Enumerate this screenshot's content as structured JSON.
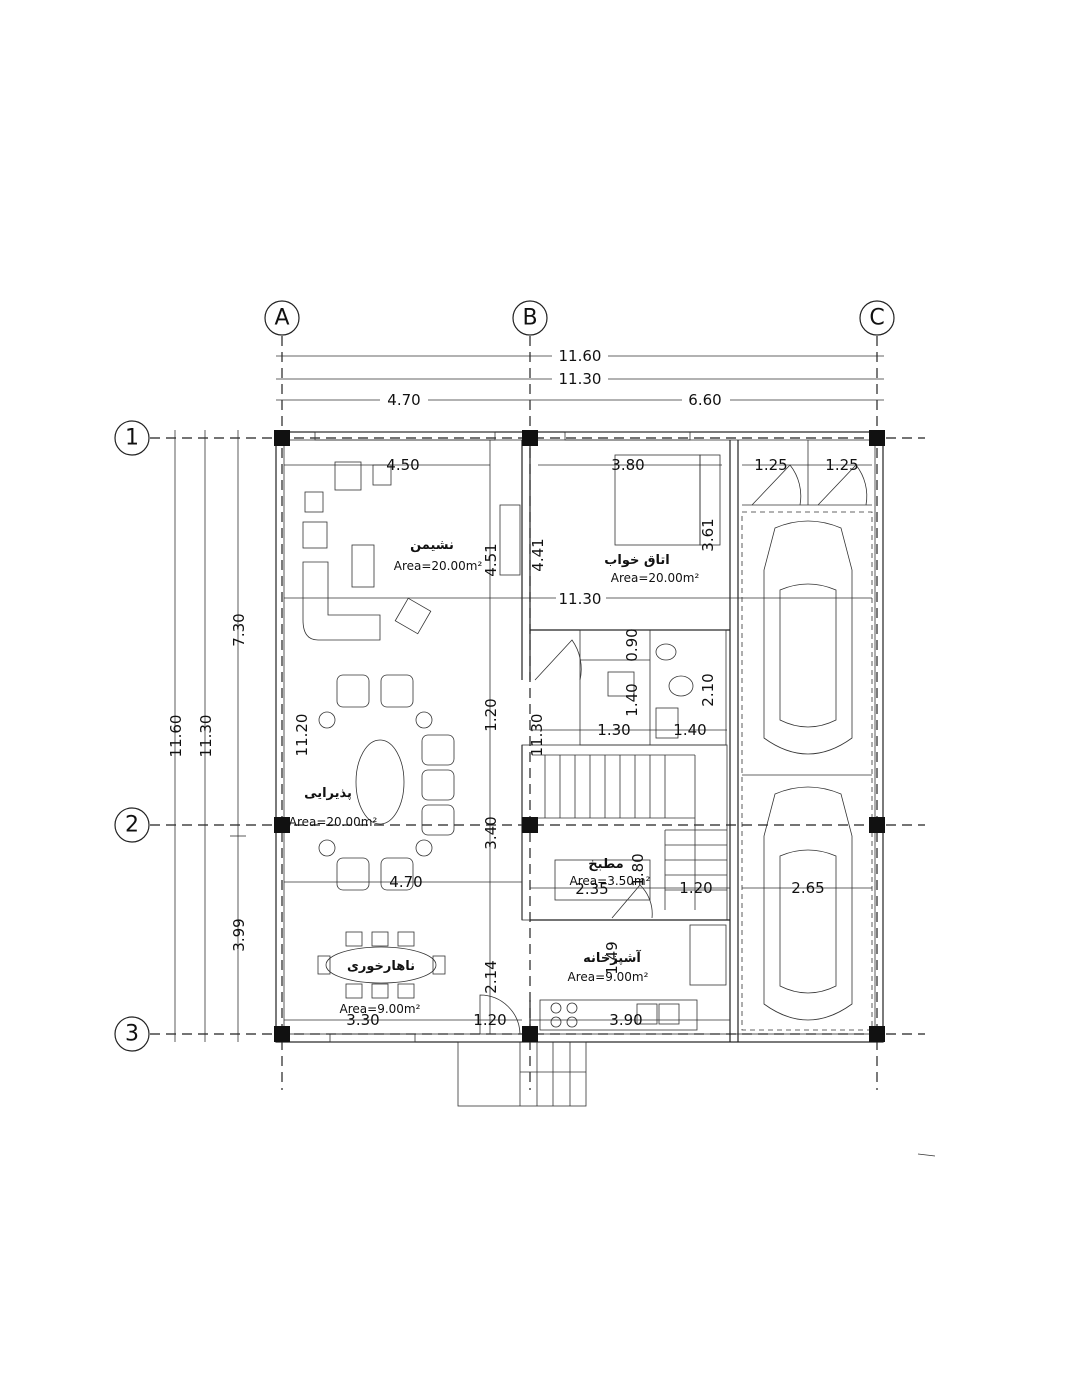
{
  "axes": {
    "columns": [
      "A",
      "B",
      "C"
    ],
    "rows": [
      "1",
      "2",
      "3"
    ]
  },
  "dimensions": {
    "top_total_outer": "11.60",
    "top_total_inner": "11.30",
    "top_left": "4.70",
    "top_right": "6.60",
    "left_total_outer": "11.60",
    "left_total_inner": "11.30",
    "left_upper": "7.30",
    "left_lower": "3.99",
    "living_width": "4.50",
    "living_height": "4.51",
    "bedroom_width": "3.80",
    "bedroom_height": "3.61",
    "wall_dim": "4.41",
    "closet_left": "1.25",
    "closet_right": "1.25",
    "middle_span": "11.30",
    "reception_height": "11.20",
    "corridor_height": "1.20",
    "stair_height": "11.30",
    "bath_height": "0.90",
    "bath_height_2": "2.10",
    "bath_w1": "1.30",
    "bath_w2": "1.40",
    "bath_depth": "1.40",
    "lower_height": "3.40",
    "reception_width": "4.70",
    "kitchen_width": "2.35",
    "kitchen_height": "1.80",
    "stair_landing": "1.20",
    "garage_width": "2.65",
    "dining_height": "2.14",
    "dining_width": "3.30",
    "entry_width": "1.20",
    "pantry_width": "3.90",
    "pantry_height": "1.49"
  },
  "rooms": {
    "living": {
      "name": "نشیمن",
      "area": "Area=20.00m²"
    },
    "bedroom": {
      "name": "اتاق خواب",
      "area": "Area=20.00m²"
    },
    "reception": {
      "name": "پذیرایی",
      "area": "Area=20.00m²"
    },
    "kitchen_small": {
      "name": "مطبخ",
      "area": "Area=3.50m²"
    },
    "kitchen": {
      "name": "آشپزخانه",
      "area": "Area=9.00m²"
    },
    "dining": {
      "name": "ناهارخوری",
      "area": "Area=9.00m²"
    }
  }
}
